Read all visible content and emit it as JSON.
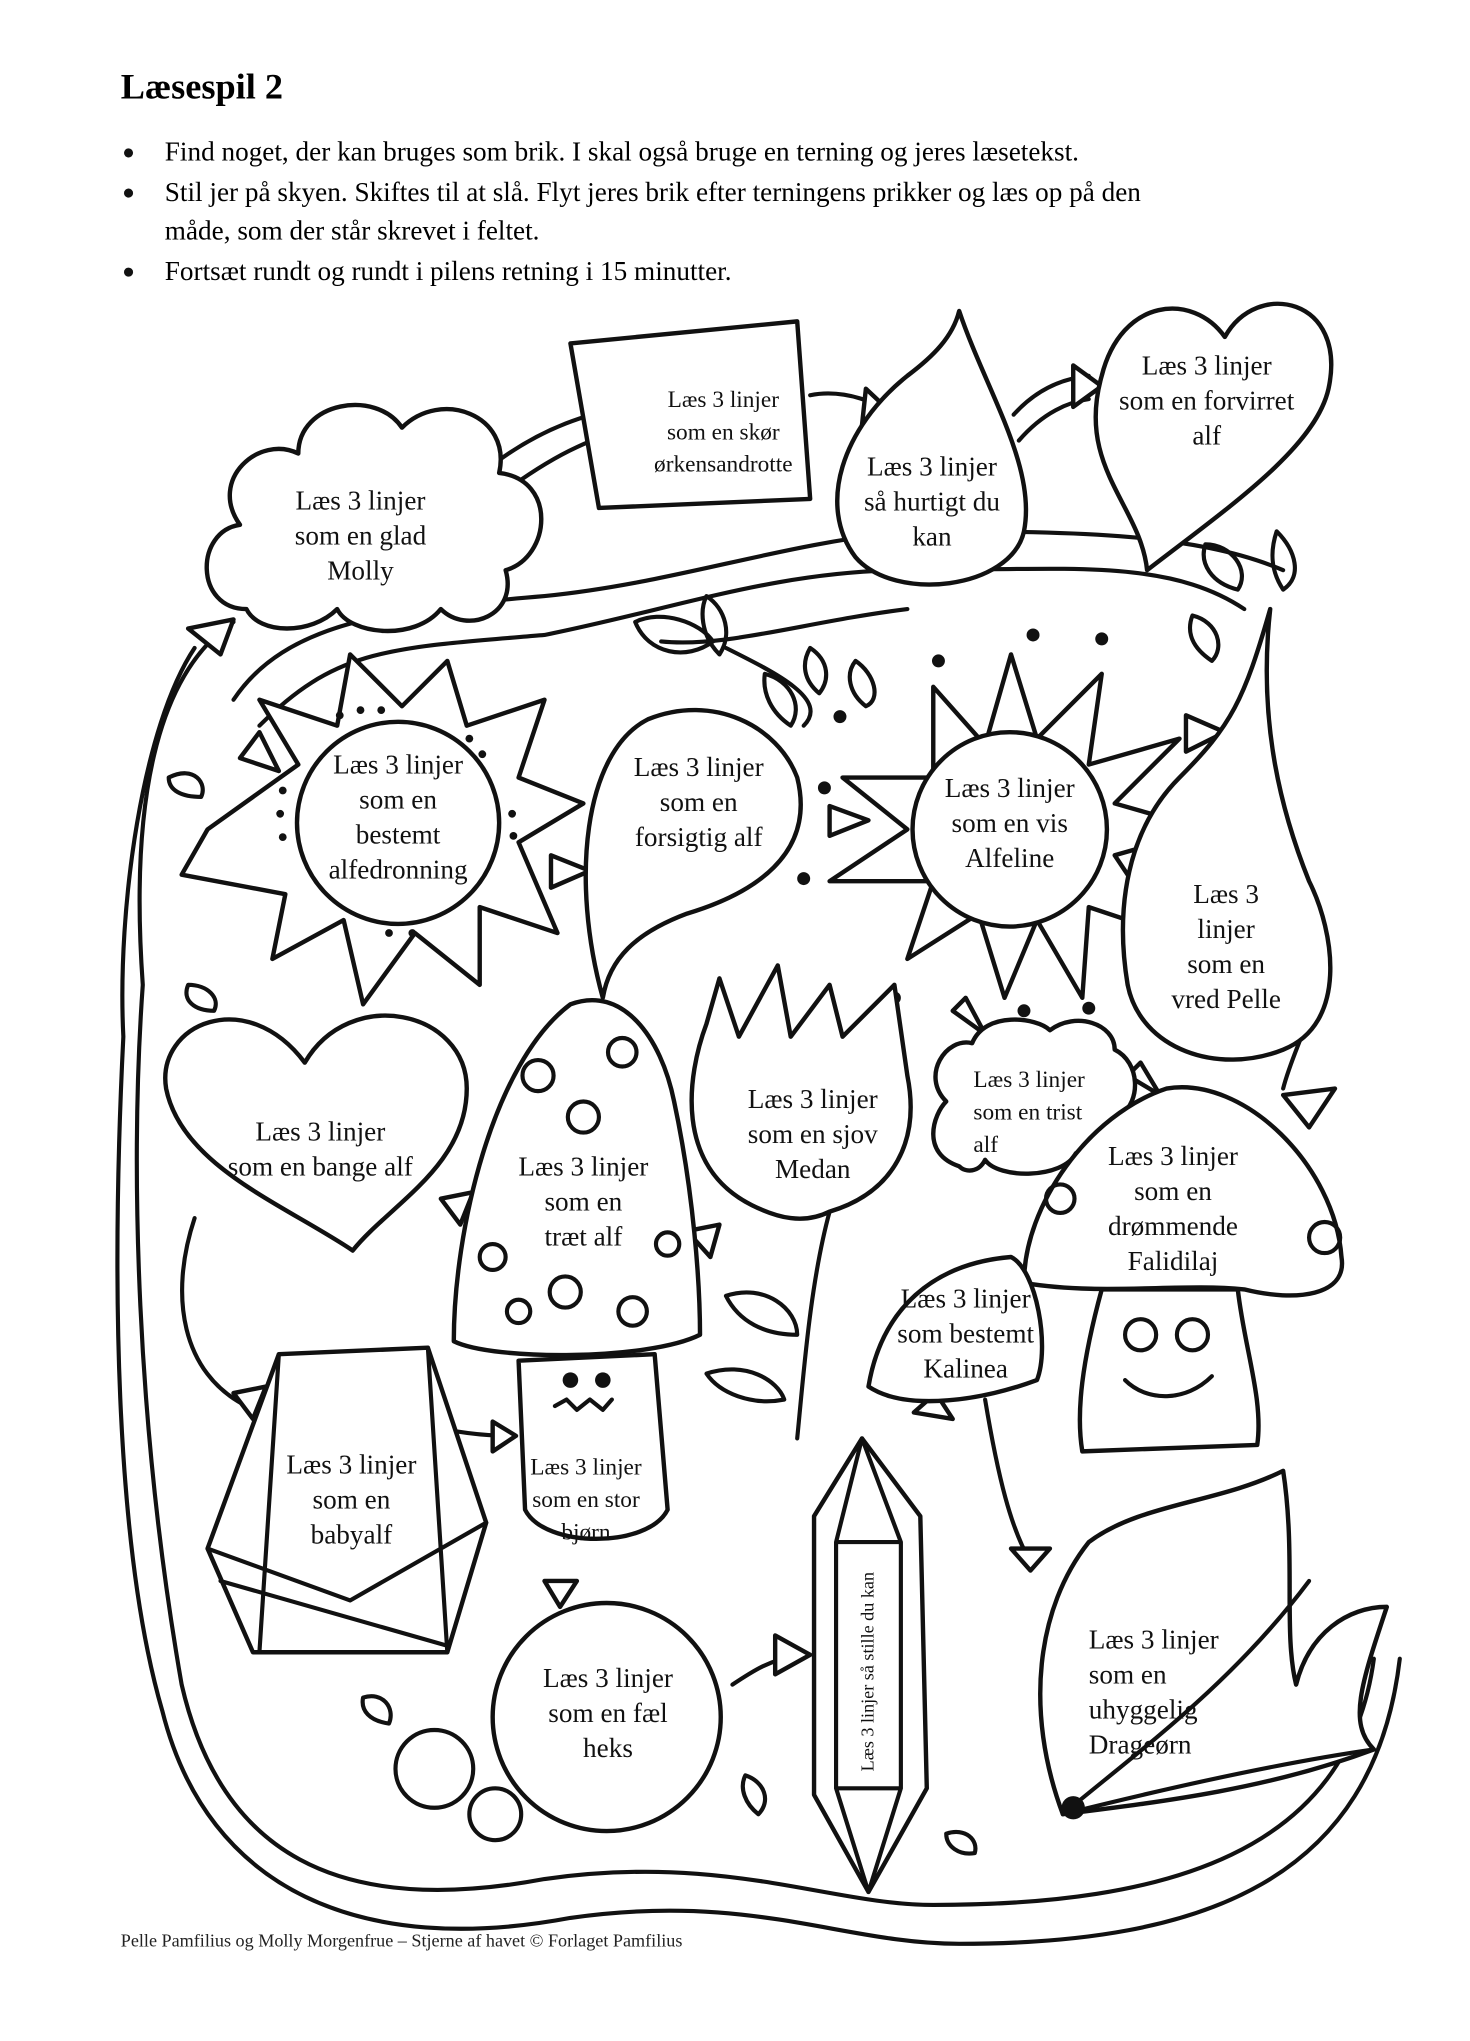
{
  "title": "Læsespil 2",
  "instructions": [
    "Find noget, der kan bruges som brik. I skal også bruge en terning og jeres læsetekst.",
    "Stil jer på skyen. Skiftes til at slå. Flyt jeres brik efter terningens prikker og læs op på den",
    "måde, som der står skrevet i feltet.",
    "Fortsæt rundt og rundt i pilens retning i 15 minutter."
  ],
  "fields": [
    {
      "shape": "cloud-icon",
      "lines": [
        "Læs 3 linjer",
        "som en glad",
        "Molly"
      ]
    },
    {
      "shape": "square-icon",
      "lines": [
        "Læs 3 linjer",
        "som en skør",
        "ørkensandrotte"
      ]
    },
    {
      "shape": "drop-icon",
      "lines": [
        "Læs 3 linjer",
        "så hurtigt du",
        "kan"
      ]
    },
    {
      "shape": "heart-icon",
      "lines": [
        "Læs 3 linjer",
        "som en forvirret",
        "alf"
      ]
    },
    {
      "shape": "sunflower-icon",
      "lines": [
        "Læs 3 linjer",
        "som en",
        "bestemt",
        "alfedronning"
      ]
    },
    {
      "shape": "leaf-icon",
      "lines": [
        "Læs 3 linjer",
        "som en",
        "forsigtig alf"
      ]
    },
    {
      "shape": "star-flower-icon",
      "lines": [
        "Læs 3 linjer",
        "som en vis",
        "Alfeline"
      ]
    },
    {
      "shape": "drop-icon",
      "lines": [
        "Læs 3",
        "linjer",
        "som en",
        "vred Pelle"
      ]
    },
    {
      "shape": "heart-icon",
      "lines": [
        "Læs 3 linjer",
        "som en bange alf"
      ]
    },
    {
      "shape": "tulip-icon",
      "lines": [
        "Læs 3 linjer",
        "som en sjov",
        "Medan"
      ]
    },
    {
      "shape": "cloud-icon",
      "lines": [
        "Læs 3 linjer",
        "som en trist",
        "alf"
      ]
    },
    {
      "shape": "mushroom-icon",
      "lines": [
        "Læs 3 linjer",
        "som en",
        "træt alf"
      ]
    },
    {
      "shape": "mushroom-icon",
      "lines": [
        "Læs 3 linjer",
        "som en",
        "drømmende",
        "Falidilaj"
      ]
    },
    {
      "shape": "leaf-icon",
      "lines": [
        "Læs 3 linjer",
        "som bestemt",
        "Kalinea"
      ]
    },
    {
      "shape": "gem-icon",
      "lines": [
        "Læs 3 linjer",
        "som en",
        "babyalf"
      ]
    },
    {
      "shape": "mushroom-stem-icon",
      "lines": [
        "Læs 3 linjer",
        "som en stor",
        "bjørn"
      ]
    },
    {
      "shape": "circle-icon",
      "lines": [
        "Læs 3 linjer",
        "som en fæl",
        "heks"
      ]
    },
    {
      "shape": "crystal-icon",
      "lines": [
        "Læs 3 linjer så stille du kan"
      ]
    },
    {
      "shape": "flower-bud-icon",
      "lines": [
        "Læs 3 linjer",
        "som en",
        "uhyggelig",
        "Drageørn"
      ]
    }
  ],
  "footer": "Pelle Pamfilius og Molly Morgenfrue – Stjerne af havet © Forlaget Pamfilius"
}
